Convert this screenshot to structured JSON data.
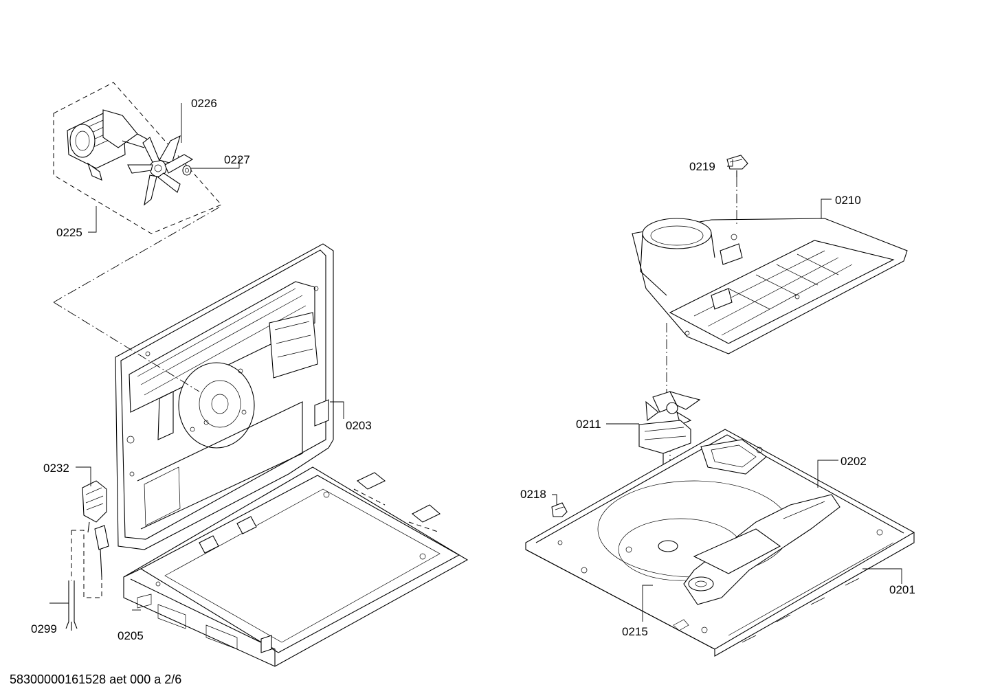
{
  "diagram": {
    "part_labels": {
      "p0226": "0226",
      "p0227": "0227",
      "p0225": "0225",
      "p0203": "0203",
      "p0232": "0232",
      "p0299": "0299",
      "p0205": "0205",
      "p0219": "0219",
      "p0210": "0210",
      "p0211": "0211",
      "p0202": "0202",
      "p0218": "0218",
      "p0201": "0201",
      "p0215": "0215"
    },
    "footer": "58300000161528 aet 000 a 2/6"
  }
}
